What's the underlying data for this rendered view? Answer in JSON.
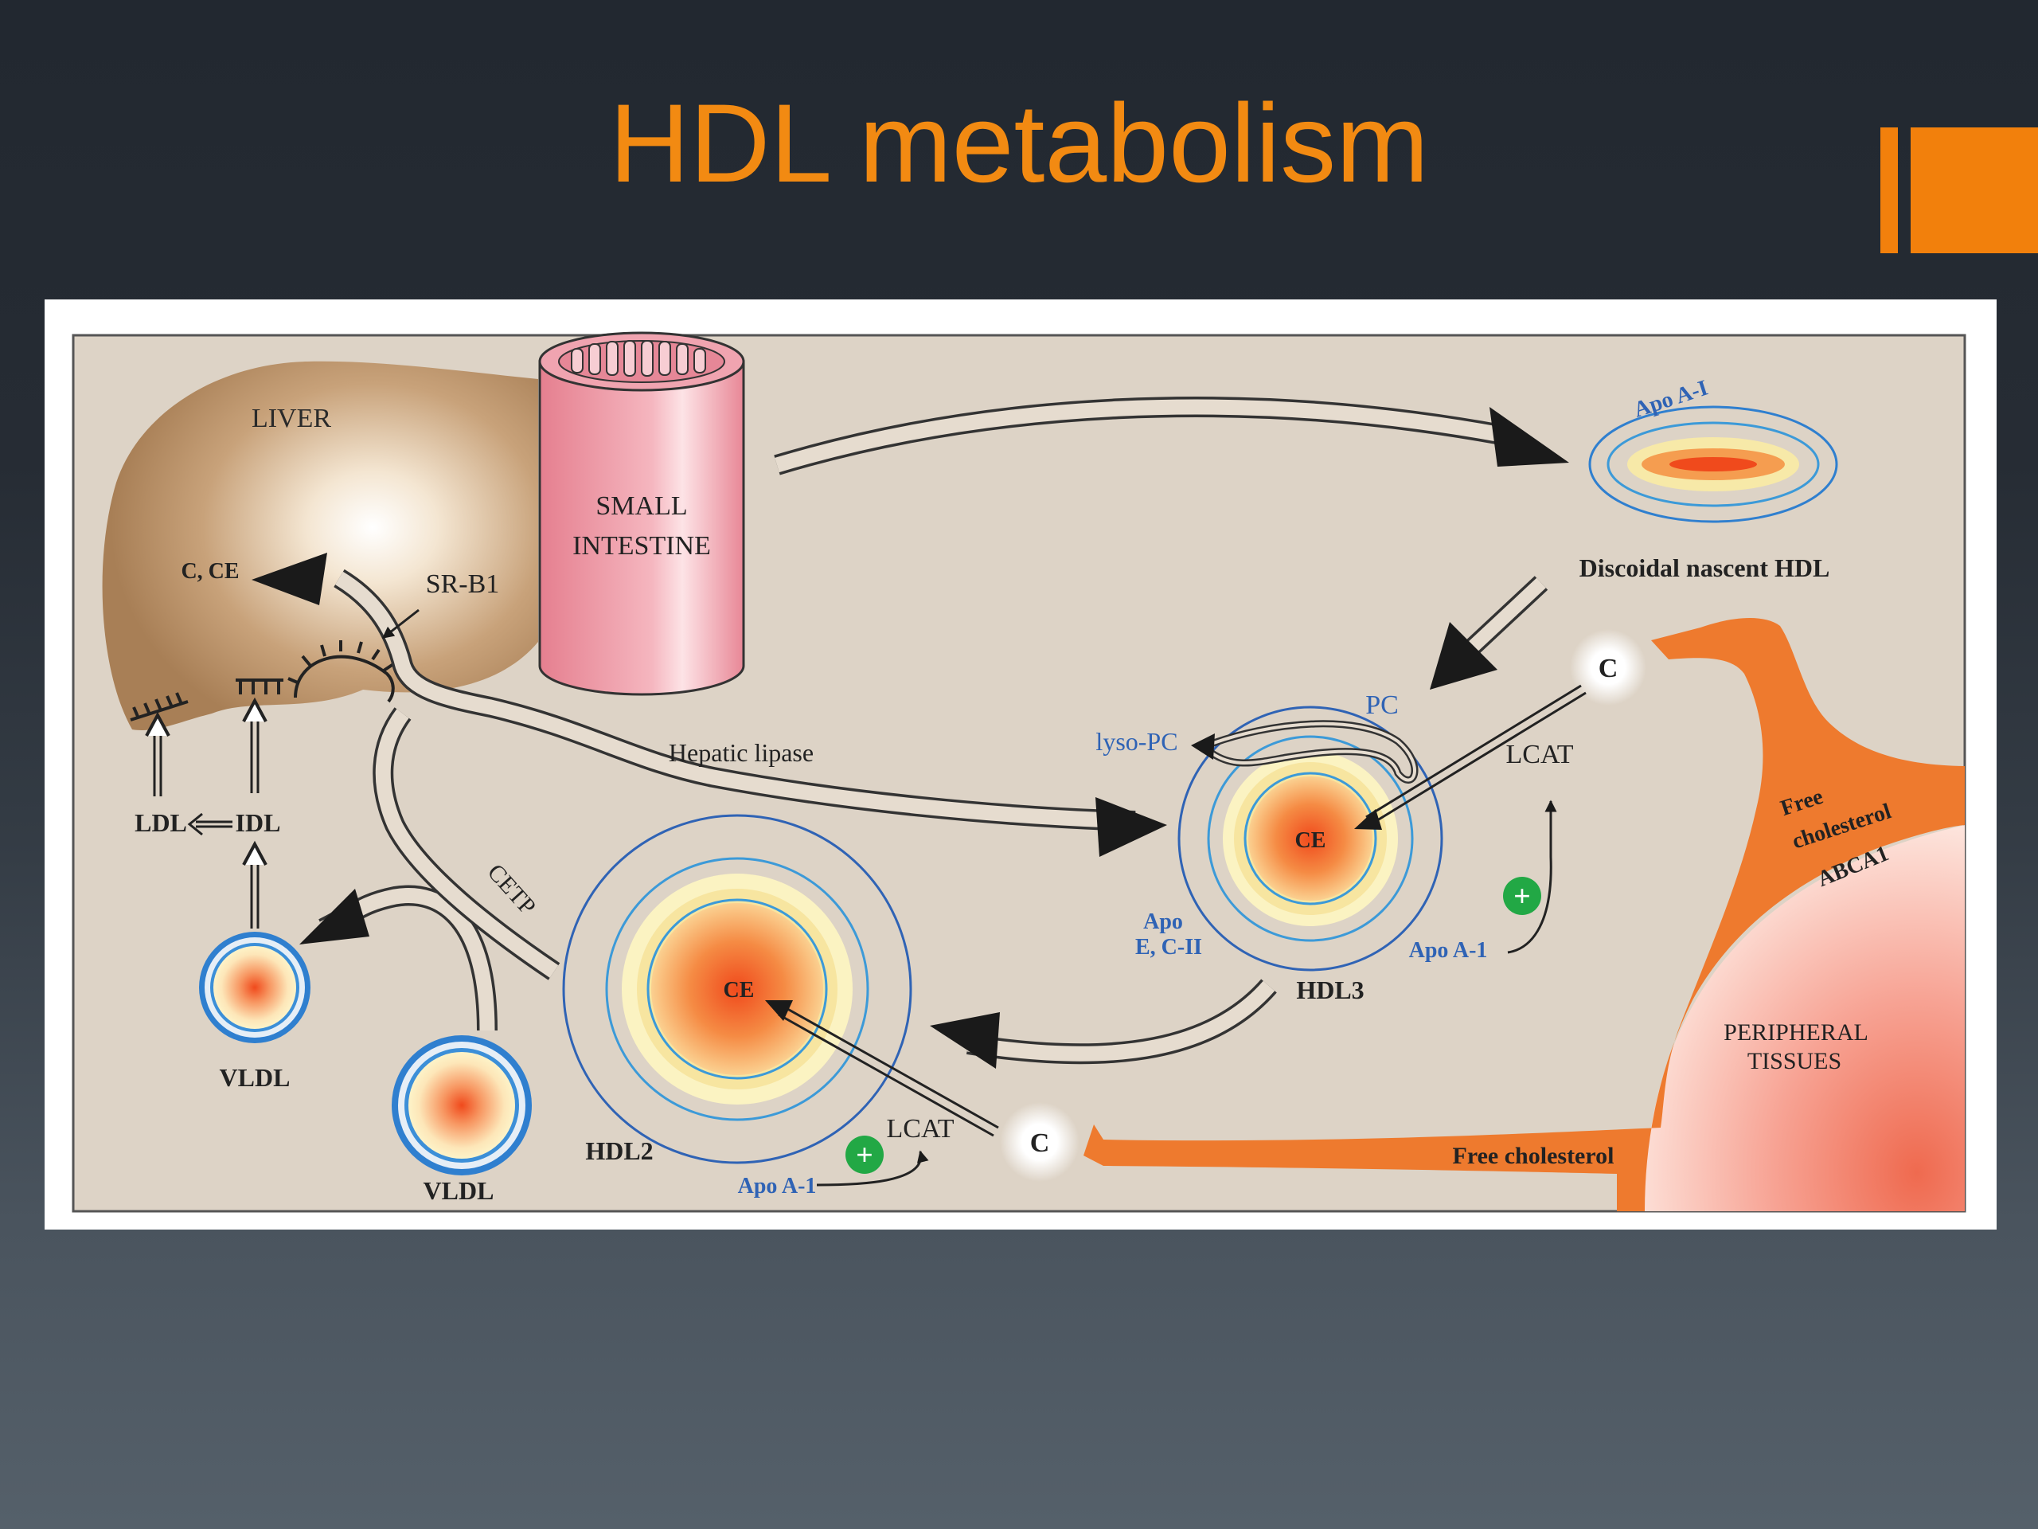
{
  "slide": {
    "title": "HDL metabolism"
  },
  "colors": {
    "background": "#242a32",
    "title": "#f28a12",
    "accent": "#f2800c",
    "panel_bg": "#ddd3c6",
    "liver": "#b88e62",
    "intestine": "#ee9aa6",
    "blue_label": "#2f63b5",
    "orange_flow": "#ee7a2e",
    "lcat_plus": "#22a845"
  },
  "diagram": {
    "liver": "LIVER",
    "small_intestine_1": "SMALL",
    "small_intestine_2": "INTESTINE",
    "c_ce_liver": "C, CE",
    "sr_b1": "SR-B1",
    "ldl": "LDL",
    "idl": "IDL",
    "vldl_left": "VLDL",
    "vldl_bottom": "VLDL",
    "cetp": "CETP",
    "hepatic_lipase": "Hepatic lipase",
    "apo_a1_top": "Apo A-I",
    "discoidal": "Discoidal nascent HDL",
    "pc": "PC",
    "lyso_pc": "lyso-PC",
    "lcat_hdl3": "LCAT",
    "c_top": "C",
    "ce_hdl3": "CE",
    "apo_e_c2_1": "Apo",
    "apo_e_c2_2": "E, C-II",
    "apo_a1_hdl3": "Apo A-1",
    "hdl3": "HDL3",
    "ce_hdl2": "CE",
    "hdl2": "HDL2",
    "apo_a1_hdl2": "Apo A-1",
    "lcat_hdl2": "LCAT",
    "c_bottom": "C",
    "free_cholesterol_bottom": "Free cholesterol",
    "free_cholesterol_top_1": "Free",
    "free_cholesterol_top_2": "cholesterol",
    "abca1": "ABCA1",
    "peripheral_1": "PERIPHERAL",
    "peripheral_2": "TISSUES",
    "plus_symbol": "+"
  }
}
